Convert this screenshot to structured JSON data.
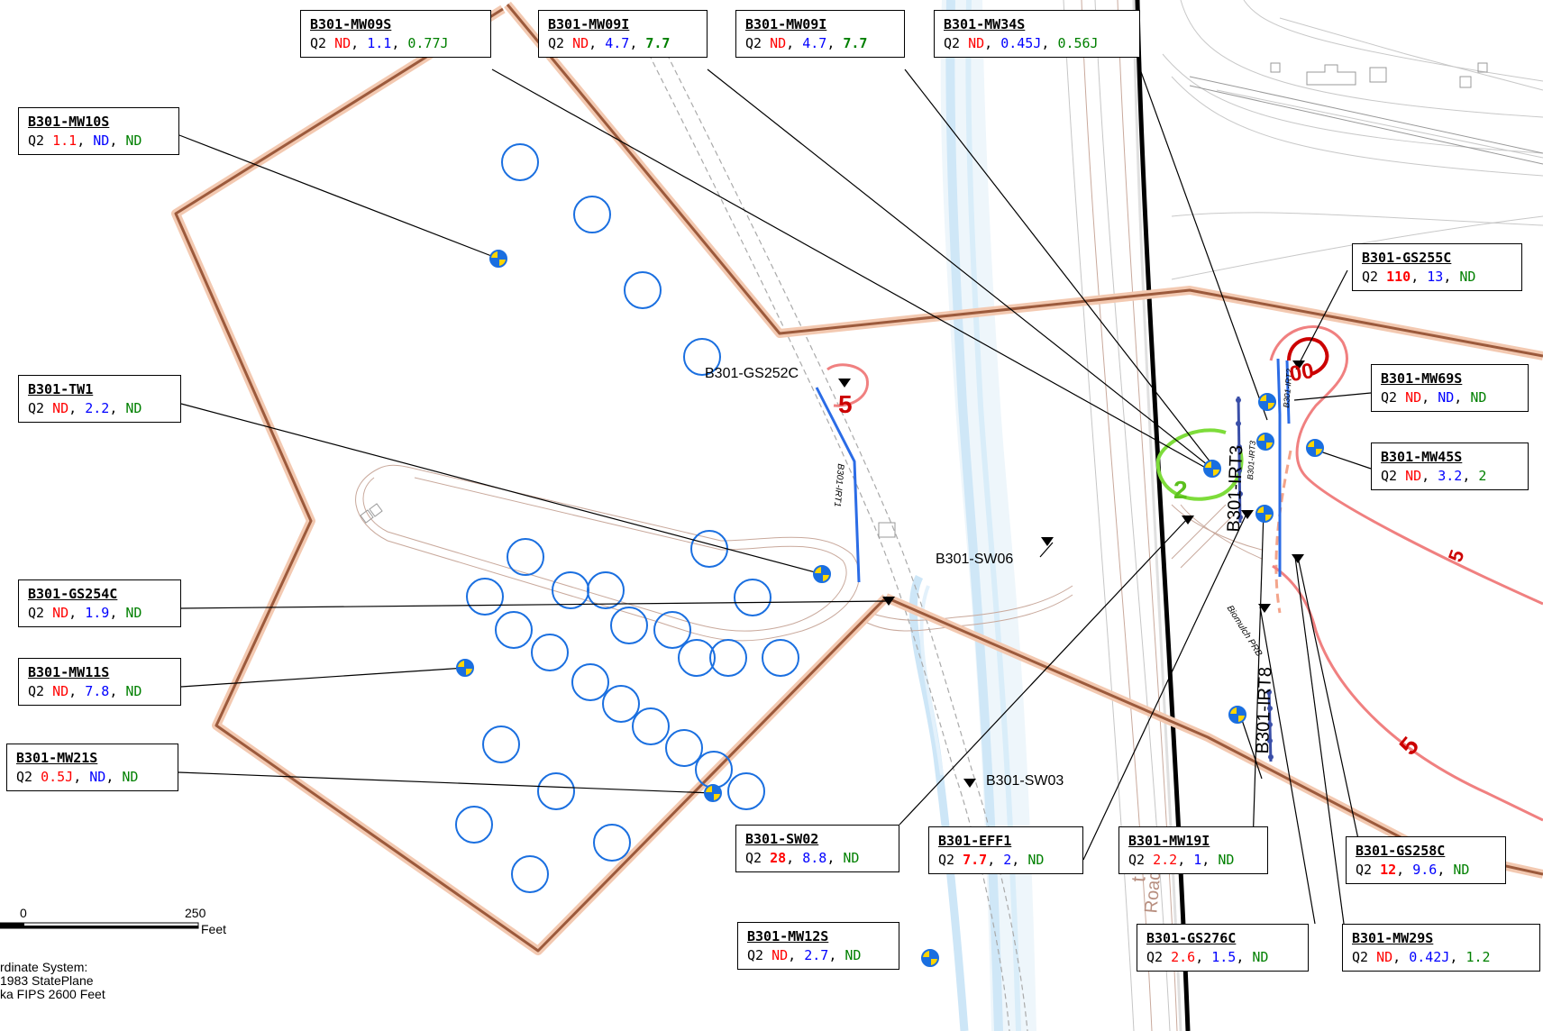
{
  "colors": {
    "boundary": "#9c5a3c",
    "boundary_halo": "#f3c9b1",
    "water": "#d4eaf8",
    "road": "#caa79a",
    "circle": "#1a6fe0",
    "irt_line": "#2b6ce6",
    "irt_dark": "#3a4fa8",
    "green_contour": "#7ddc3a",
    "red_contour": "#f08080",
    "dark_red": "#cc0000",
    "red_val": "#ff0000",
    "blue_val": "#0000ff",
    "green_val": "#008000"
  },
  "callouts": [
    {
      "id": "B301-MW09S",
      "q": "Q2",
      "vals": [
        {
          "t": "ND",
          "c": "red"
        },
        {
          "t": "1.1",
          "c": "blue"
        },
        {
          "t": "0.77J",
          "c": "green"
        }
      ]
    },
    {
      "id": "B301-MW09I",
      "q": "Q2",
      "vals": [
        {
          "t": "ND",
          "c": "red"
        },
        {
          "t": "4.7",
          "c": "blue"
        },
        {
          "t": "7.7",
          "c": "green",
          "b": true
        }
      ]
    },
    {
      "id": "B301-MW09I",
      "q": "Q2",
      "vals": [
        {
          "t": "ND",
          "c": "red"
        },
        {
          "t": "4.7",
          "c": "blue"
        },
        {
          "t": "7.7",
          "c": "green",
          "b": true
        }
      ]
    },
    {
      "id": "B301-MW34S",
      "q": "Q2",
      "vals": [
        {
          "t": "ND",
          "c": "red"
        },
        {
          "t": "0.45J",
          "c": "blue"
        },
        {
          "t": "0.56J",
          "c": "green"
        }
      ]
    },
    {
      "id": "B301-MW10S",
      "q": "Q2",
      "vals": [
        {
          "t": "1.1",
          "c": "red"
        },
        {
          "t": "ND",
          "c": "blue"
        },
        {
          "t": "ND",
          "c": "green"
        }
      ]
    },
    {
      "id": "B301-GS255C",
      "q": "Q2",
      "vals": [
        {
          "t": "110",
          "c": "red",
          "b": true
        },
        {
          "t": "13",
          "c": "blue"
        },
        {
          "t": "ND",
          "c": "green"
        }
      ]
    },
    {
      "id": "B301-TW1",
      "q": "Q2",
      "vals": [
        {
          "t": "ND",
          "c": "red"
        },
        {
          "t": "2.2",
          "c": "blue"
        },
        {
          "t": "ND",
          "c": "green"
        }
      ]
    },
    {
      "id": "B301-MW69S",
      "q": "Q2",
      "vals": [
        {
          "t": "ND",
          "c": "red"
        },
        {
          "t": "ND",
          "c": "blue"
        },
        {
          "t": "ND",
          "c": "green"
        }
      ]
    },
    {
      "id": "B301-MW45S",
      "q": "Q2",
      "vals": [
        {
          "t": "ND",
          "c": "red"
        },
        {
          "t": "3.2",
          "c": "blue"
        },
        {
          "t": "2",
          "c": "green"
        }
      ]
    },
    {
      "id": "B301-GS254C",
      "q": "Q2",
      "vals": [
        {
          "t": "ND",
          "c": "red"
        },
        {
          "t": "1.9",
          "c": "blue"
        },
        {
          "t": "ND",
          "c": "green"
        }
      ]
    },
    {
      "id": "B301-MW11S",
      "q": "Q2",
      "vals": [
        {
          "t": "ND",
          "c": "red"
        },
        {
          "t": "7.8",
          "c": "blue"
        },
        {
          "t": "ND",
          "c": "green"
        }
      ]
    },
    {
      "id": "B301-MW21S",
      "q": "Q2",
      "vals": [
        {
          "t": "0.5J",
          "c": "red"
        },
        {
          "t": "ND",
          "c": "blue"
        },
        {
          "t": "ND",
          "c": "green"
        }
      ]
    },
    {
      "id": "B301-SW02",
      "q": "Q2",
      "vals": [
        {
          "t": "28",
          "c": "red",
          "b": true
        },
        {
          "t": "8.8",
          "c": "blue"
        },
        {
          "t": "ND",
          "c": "green"
        }
      ]
    },
    {
      "id": "B301-EFF1",
      "q": "Q2",
      "vals": [
        {
          "t": "7.7",
          "c": "red",
          "b": true
        },
        {
          "t": "2",
          "c": "blue"
        },
        {
          "t": "ND",
          "c": "green"
        }
      ]
    },
    {
      "id": "B301-MW19I",
      "q": "Q2",
      "vals": [
        {
          "t": "2.2",
          "c": "red"
        },
        {
          "t": "1",
          "c": "blue"
        },
        {
          "t": "ND",
          "c": "green"
        }
      ]
    },
    {
      "id": "B301-GS258C",
      "q": "Q2",
      "vals": [
        {
          "t": "12",
          "c": "red",
          "b": true
        },
        {
          "t": "9.6",
          "c": "blue"
        },
        {
          "t": "ND",
          "c": "green"
        }
      ]
    },
    {
      "id": "B301-MW12S",
      "q": "Q2",
      "vals": [
        {
          "t": "ND",
          "c": "red"
        },
        {
          "t": "2.7",
          "c": "blue"
        },
        {
          "t": "ND",
          "c": "green"
        }
      ]
    },
    {
      "id": "B301-GS276C",
      "q": "Q2",
      "vals": [
        {
          "t": "2.6",
          "c": "red"
        },
        {
          "t": "1.5",
          "c": "blue"
        },
        {
          "t": "ND",
          "c": "green"
        }
      ]
    },
    {
      "id": "B301-MW29S",
      "q": "Q2",
      "vals": [
        {
          "t": "ND",
          "c": "red"
        },
        {
          "t": "0.42J",
          "c": "blue"
        },
        {
          "t": "1.2",
          "c": "green"
        }
      ]
    }
  ],
  "map_labels": {
    "gs252c": "B301-GS252C",
    "sw06": "B301-SW06",
    "sw03": "B301-SW03",
    "irt1": "B301-IRT1",
    "irt2": "B301-IRT2",
    "irt3_big": "B301-IRT3",
    "irt3_small": "B301-IRT3",
    "irt8": "B301-IRT8",
    "prb": "Biomulch PRB",
    "road_frag1": "t Cr",
    "road_frag2": "Road"
  },
  "contour_labels": {
    "c5_a": "5",
    "c2": "2",
    "c100": "00",
    "c5_b": "5",
    "c5_c": "5"
  },
  "scale": {
    "zero": "0",
    "max": "250",
    "unit": "Feet"
  },
  "coord_system": [
    "rdinate System:",
    "1983 StatePlane",
    "ka FIPS 2600 Feet"
  ]
}
